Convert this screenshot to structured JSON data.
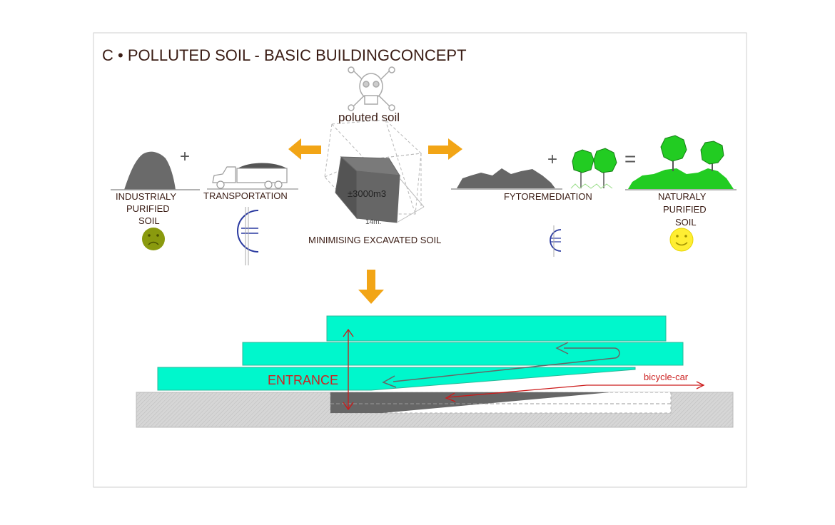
{
  "title": "C • POLLUTED SOIL - BASIC BUILDINGCONCEPT",
  "labels": {
    "poluted_soil": "poluted soil",
    "volume": "±3000m3",
    "dimension": "14m.",
    "minimising": "MINIMISING EXCAVATED SOIL",
    "transportation": "TRANSPORTATION",
    "industrial_1": "INDUSTRIALY",
    "industrial_2": "PURIFIED",
    "industrial_3": "SOIL",
    "fyto": "FYTOREMEDIATION",
    "natural_1": "NATURALY",
    "natural_2": "PURIFIED",
    "natural_3": "SOIL",
    "entrance": "ENTRANCE",
    "bicycle_car": "bicycle-car"
  },
  "symbols": {
    "plus_1": "+",
    "plus_2": "+",
    "equals": "="
  },
  "icons": [
    "skull-icon",
    "sad-face-icon",
    "happy-face-icon",
    "euro-icon",
    "truck-icon",
    "tree-icon"
  ],
  "colors": {
    "arrow": "#f2a516",
    "soil": "#646464",
    "slab": "#00f7cc",
    "ground": "#d4d4d4",
    "red": "#cc1a1a",
    "tree": "#22cc22",
    "sad_face": "#8a9a0e",
    "happy_face": "#ffee33",
    "text": "#3a1c14"
  }
}
